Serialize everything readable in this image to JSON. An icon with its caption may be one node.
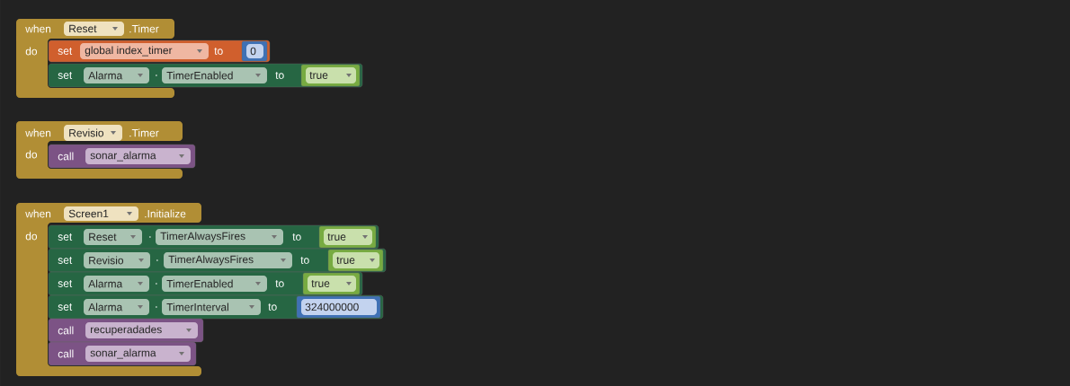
{
  "diagram": {
    "nodes": [
      {
        "text": [
          "when",
          ".Timer",
          "do"
        ]
      },
      {
        "text": [
          "Reset"
        ],
        "in": 0
      },
      {
        "text": [
          "set",
          "to"
        ]
      },
      {
        "text": [
          "global index_timer"
        ],
        "in": 2
      },
      {
        "text": [
          "0"
        ],
        "in": 2
      },
      {
        "text": [
          "set",
          ".",
          "to"
        ]
      },
      {
        "text": [
          "Alarma"
        ],
        "in": 5
      },
      {
        "text": [
          "TimerEnabled"
        ],
        "in": 5
      },
      {
        "text": [
          "true"
        ],
        "in": 5
      },
      {
        "text": [
          "when",
          ".Timer",
          "do"
        ]
      },
      {
        "text": [
          "Revisio"
        ],
        "in": 9
      },
      {
        "text": [
          "call"
        ],
        "in": 9
      },
      {
        "text": [
          "sonar_alarma"
        ],
        "in": 11
      },
      {
        "text": [
          "when",
          ".Initialize",
          "do"
        ]
      },
      {
        "text": [
          "Screen1"
        ],
        "in": 13
      },
      {
        "text": [
          "set",
          ".",
          "to"
        ]
      },
      {
        "text": [
          "Reset"
        ],
        "in": 15
      },
      {
        "text": [
          "TimerAlwaysFires"
        ],
        "in": 15
      },
      {
        "text": [
          "true"
        ],
        "in": 15
      },
      {
        "text": [
          "set",
          ".",
          "to"
        ]
      },
      {
        "text": [
          "Revisio"
        ],
        "in": 19
      },
      {
        "text": [
          "TimerAlwaysFires"
        ],
        "in": 19
      },
      {
        "text": [
          "true"
        ],
        "in": 19
      },
      {
        "text": [
          "set",
          ".",
          "to"
        ]
      },
      {
        "text": [
          "Alarma"
        ],
        "in": 23
      },
      {
        "text": [
          "TimerEnabled"
        ],
        "in": 23
      },
      {
        "text": [
          "true"
        ],
        "in": 23
      },
      {
        "text": [
          "set",
          ".",
          "to"
        ]
      },
      {
        "text": [
          "Alarma"
        ],
        "in": 27
      },
      {
        "text": [
          "TimerInterval"
        ],
        "in": 27
      },
      {
        "text": [
          "324000000"
        ],
        "in": 27
      },
      {
        "text": [
          "call"
        ],
        "in": 13
      },
      {
        "text": [
          "recuperadades"
        ],
        "in": 31
      },
      {
        "text": [
          "call"
        ],
        "in": 13
      },
      {
        "text": [
          "sonar_alarma"
        ],
        "in": 33
      }
    ]
  }
}
